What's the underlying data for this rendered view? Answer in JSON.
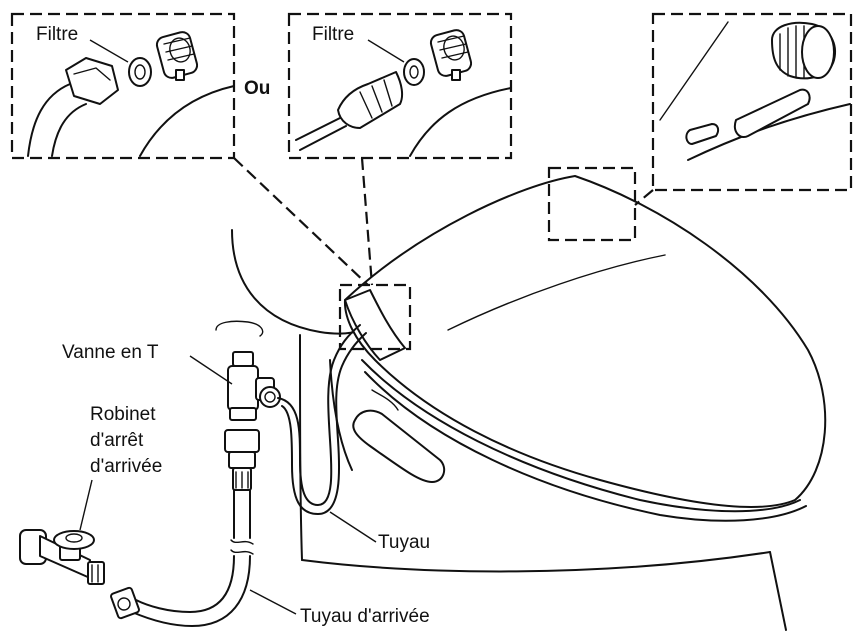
{
  "labels": {
    "filtre_left": "Filtre",
    "filtre_right": "Filtre",
    "ou": "Ou",
    "vanne_en_t": "Vanne en T",
    "robinet_line1": "Robinet",
    "robinet_line2": "d'arrêt",
    "robinet_line3": "d'arrivée",
    "tuyau": "Tuyau",
    "tuyau_arrivee": "Tuyau d'arrivée"
  },
  "colors": {
    "ink": "#111111",
    "background": "#ffffff"
  }
}
